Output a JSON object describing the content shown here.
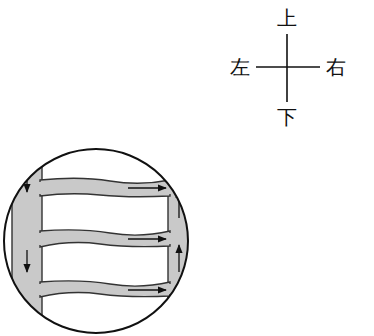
{
  "diagram": {
    "labels": [
      "上",
      "左",
      "右",
      "下"
    ]
  }
}
